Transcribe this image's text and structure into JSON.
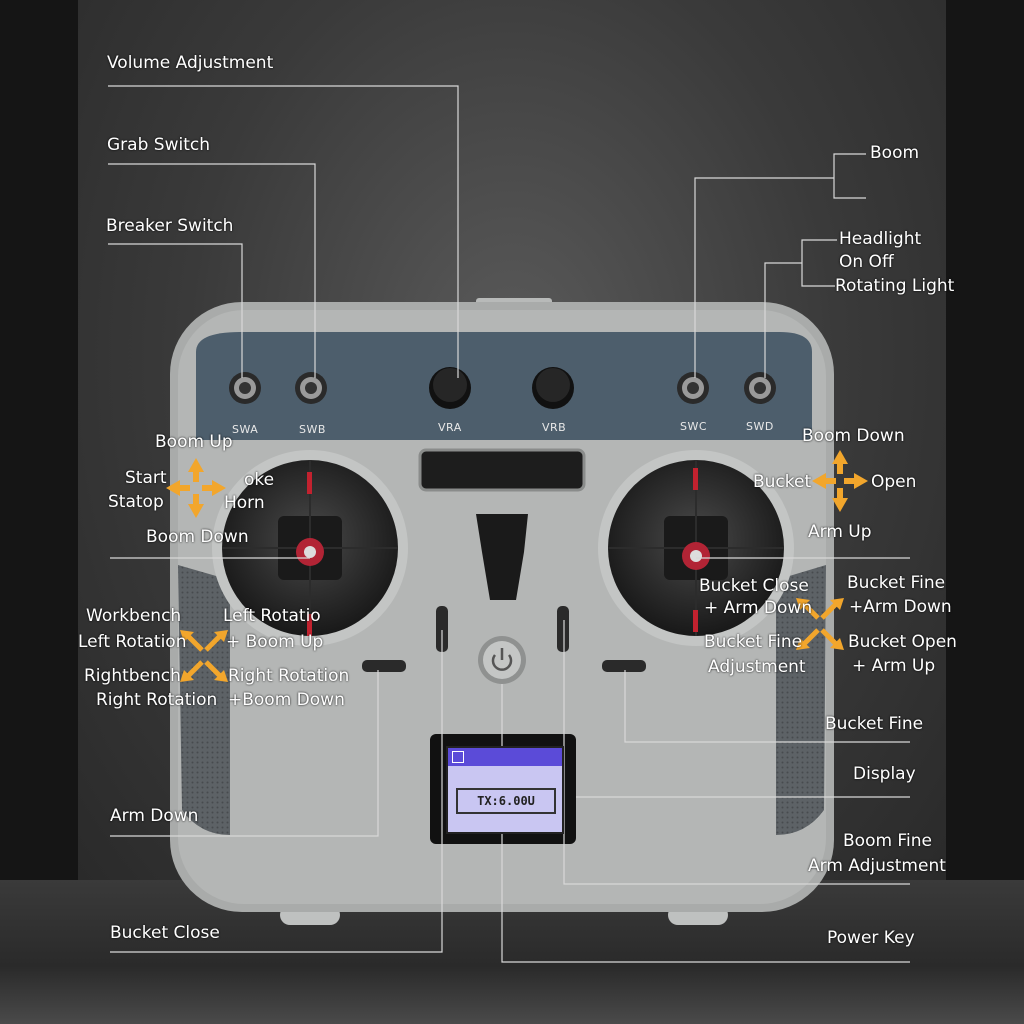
{
  "labels": {
    "volume_adjustment": "Volume Adjustment",
    "grab_switch": "Grab Switch",
    "breaker_switch": "Breaker Switch",
    "boom_top": "Boom",
    "headlight": "Headlight",
    "on_off": "On Off",
    "rotating_light": "Rotating Light",
    "boom_up": "Boom Up",
    "start": "Start",
    "statop": "Statop",
    "stroke": "oke",
    "horn": "Horn",
    "boom_down_left": "Boom Down",
    "boom_down_right": "Boom Down",
    "bucket": "Bucket",
    "open": "Open",
    "arm_up": "Arm Up",
    "workbench": "Workbench",
    "left_rotation": "Left Rotation",
    "left_rotatio": "Left Rotatio",
    "plus_boom_up": "+ Boom Up",
    "rightbench": "Rightbench",
    "right_rotation_a": "Right Rotation",
    "right_rotation_b": "Right Rotation",
    "plus_boom_down": "+Boom Down",
    "bucket_close_arm": "Bucket Close",
    "plus_arm_down_a": "+ Arm Down",
    "bucket_fine_tr": "Bucket Fine",
    "plus_arm_down_b": "+Arm Down",
    "bucket_fine_adj": "Bucket Fine",
    "adjustment": "Adjustment",
    "bucket_open": "Bucket Open",
    "plus_arm_up": "+ Arm Up",
    "bucket_fine": "Bucket Fine",
    "display": "Display",
    "arm_down": "Arm Down",
    "boom_fine": "Boom Fine",
    "arm_adjustment": "Arm Adjustment",
    "bucket_close": "Bucket Close",
    "power_key": "Power Key"
  },
  "switches": {
    "swa": "SWA",
    "swb": "SWB",
    "vra": "VRA",
    "vrb": "VRB",
    "swc": "SWC",
    "swd": "SWD"
  },
  "display": {
    "screen_text": "TX:6.00U"
  },
  "colors": {
    "body": "#a9abaa",
    "panel": "#4d5e6c",
    "arrow": "#f2a62c",
    "grip": "#5d6266"
  }
}
